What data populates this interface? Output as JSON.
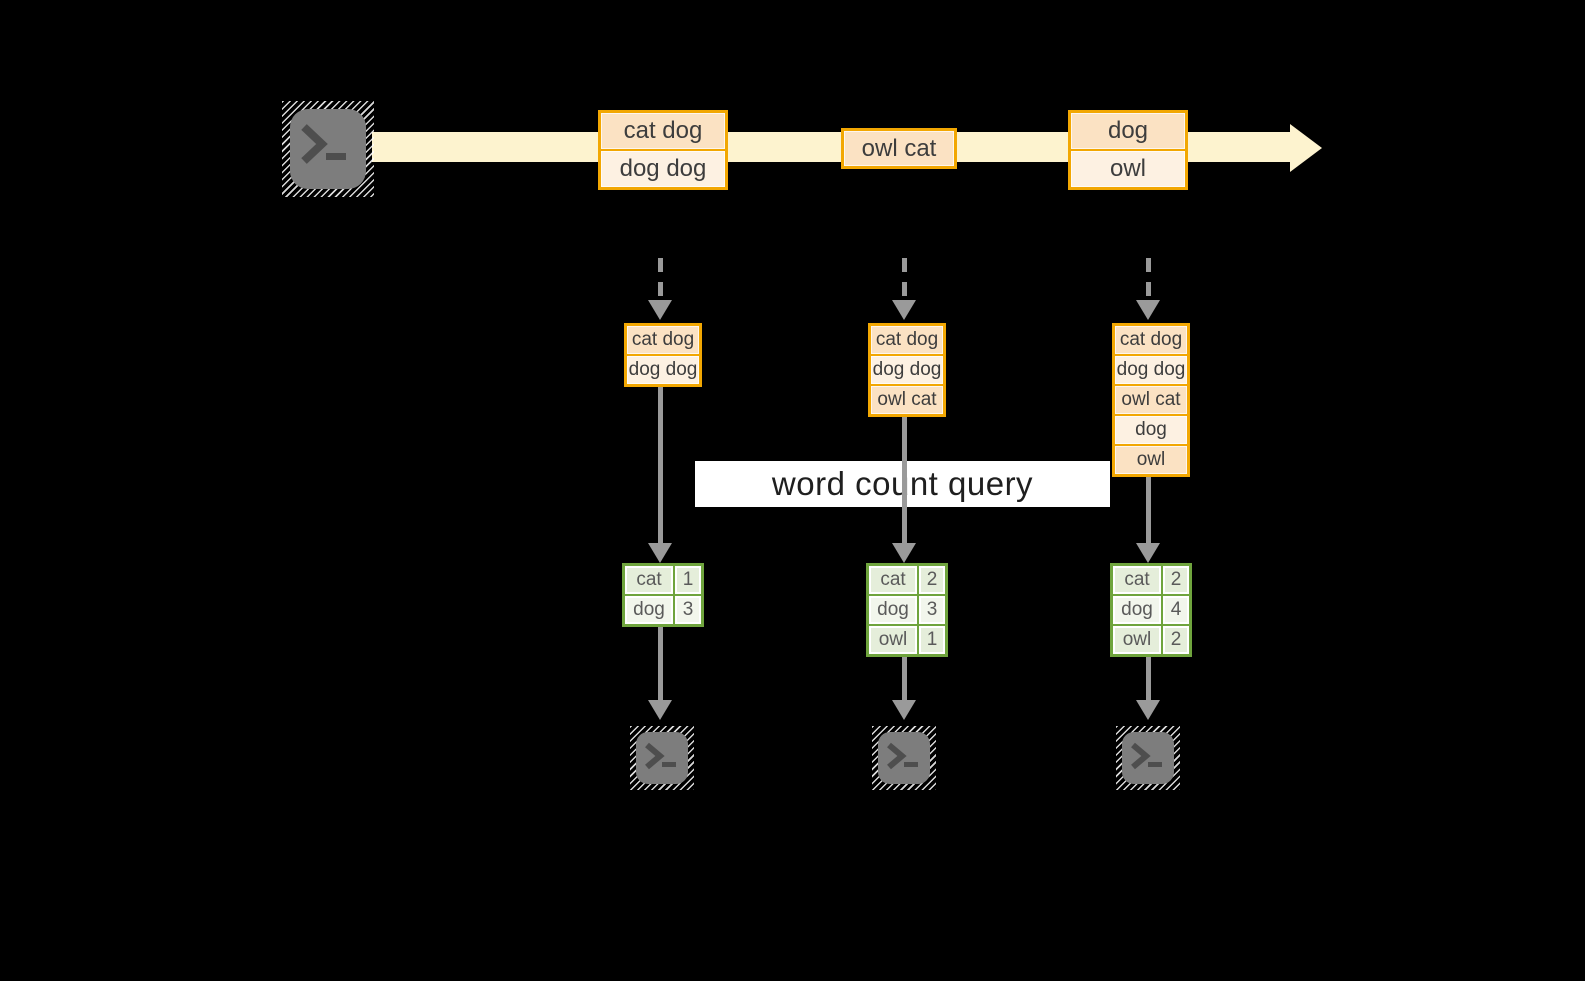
{
  "query_label": "word count query",
  "timeline_batches": [
    {
      "rows": [
        "cat dog",
        "dog dog"
      ]
    },
    {
      "rows": [
        "owl cat"
      ]
    },
    {
      "rows": [
        "dog",
        "owl"
      ]
    }
  ],
  "columns": [
    {
      "stack": [
        "cat dog",
        "dog dog"
      ],
      "counts": [
        {
          "word": "cat",
          "count": "1"
        },
        {
          "word": "dog",
          "count": "3"
        }
      ]
    },
    {
      "stack": [
        "cat dog",
        "dog dog",
        "owl cat"
      ],
      "counts": [
        {
          "word": "cat",
          "count": "2"
        },
        {
          "word": "dog",
          "count": "3"
        },
        {
          "word": "owl",
          "count": "1"
        }
      ]
    },
    {
      "stack": [
        "cat dog",
        "dog dog",
        "owl cat",
        "dog",
        "owl"
      ],
      "counts": [
        {
          "word": "cat",
          "count": "2"
        },
        {
          "word": "dog",
          "count": "4"
        },
        {
          "word": "owl",
          "count": "2"
        }
      ]
    }
  ],
  "icons": {
    "source": "terminal-prompt",
    "sinks": [
      "terminal-prompt",
      "terminal-prompt",
      "terminal-prompt"
    ]
  },
  "colors": {
    "background": "#000000",
    "stream_band": "#fdf3cf",
    "box_border": "#f2a702",
    "box_fill_dark": "#fbe2c3",
    "box_fill_light": "#fdf1e2",
    "table_border": "#6fa43d",
    "table_fill": "#e5eeda",
    "table_fill_light": "#f2f6ec",
    "arrow_gray": "#9a9a9a",
    "terminal_gray": "#7d7d7d",
    "query_band_bg": "#ffffff"
  }
}
